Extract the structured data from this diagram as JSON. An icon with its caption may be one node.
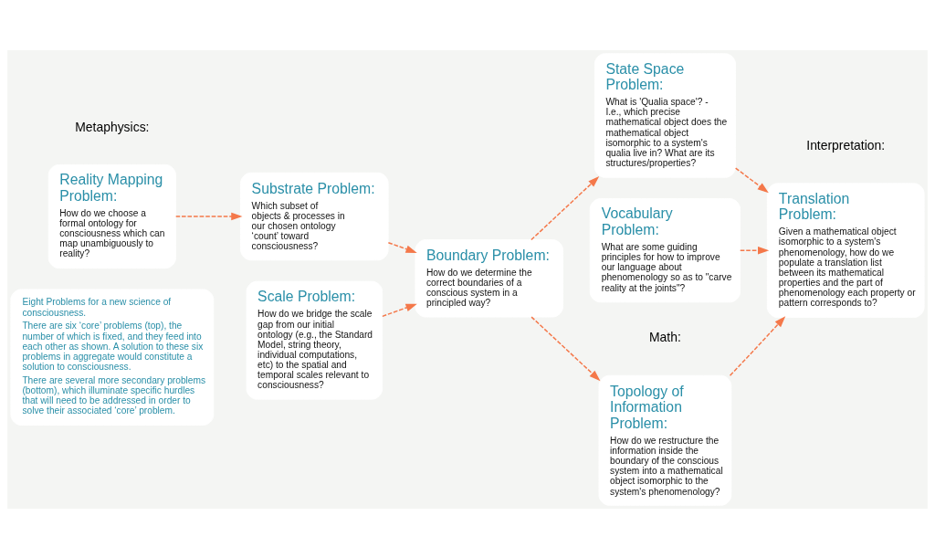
{
  "diagram": {
    "nodes": [
      {
        "text": [
          "Reality Mapping Problem:",
          "How do we choose a formal ontology for consciousness which can map unambiguously to reality?"
        ]
      },
      {
        "text": [
          "Substrate Problem:",
          "Which subset of objects & processes in our chosen ontology ‘count’ toward consciousness?"
        ]
      },
      {
        "text": [
          "Boundary Problem:",
          "How do we determine the correct boundaries of a conscious system in a principled way?"
        ]
      },
      {
        "text": [
          "Topology of Information Problem:",
          "How do we restructure the information inside the boundary of the conscious system into a mathematical object isomorphic to the system's phenomenology?"
        ]
      },
      {
        "text": [
          "State Space Problem:",
          "What is 'Qualia space'? - I.e., which precise mathematical object does the mathematical object isomorphic to a system's qualia live in? What are its structures/properties?"
        ]
      },
      {
        "text": [
          "Translation Problem:",
          "Given a mathematical object isomorphic to a system's phenomenology, how do we populate a translation list between its mathematical properties and the part of phenomenology each property or pattern corresponds to?"
        ]
      },
      {
        "text": [
          "Scale Problem:",
          "How do we bridge the scale gap from our initial ontology (e.g., the Standard Model, string theory, individual computations, etc) to the spatial and temporal scales relevant to consciousness?"
        ]
      },
      {
        "text": [
          "Vocabulary Problem:",
          "What are some guiding principles for how to improve our language about phenomenology so as to \"carve reality at the joints\"?"
        ]
      },
      {
        "text": [
          "Eight Problems for a new science of consciousness.",
          "There are six ‘core’ problems (top), the number of which is fixed, and they feed into each other as shown. A solution to these six problems in aggregate would constitute a solution to consciousness.",
          "There are several more secondary problems (bottom), which illuminate specific hurdles that will need to be addressed in order to solve their associated ‘core’ problem."
        ]
      }
    ],
    "edges": [
      {
        "from": 0,
        "to": 1,
        "arrow": "to",
        "style": "dashed"
      },
      {
        "from": 1,
        "to": 2,
        "arrow": "to",
        "style": "dashed"
      },
      {
        "from": 2,
        "to": 3,
        "arrow": "to",
        "style": "dashed"
      },
      {
        "from": 2,
        "to": 4,
        "arrow": "to",
        "style": "dashed"
      },
      {
        "from": 3,
        "to": 5,
        "arrow": "to",
        "style": "dashed"
      },
      {
        "from": 4,
        "to": 5,
        "arrow": "to",
        "style": "dashed"
      },
      {
        "from": 6,
        "to": 2,
        "arrow": "to",
        "style": "dashed"
      },
      {
        "from": 7,
        "to": 5,
        "arrow": "to",
        "style": "dashed"
      }
    ],
    "labels": [
      "Math:",
      "Metaphysics:",
      "Interpretation:"
    ]
  }
}
